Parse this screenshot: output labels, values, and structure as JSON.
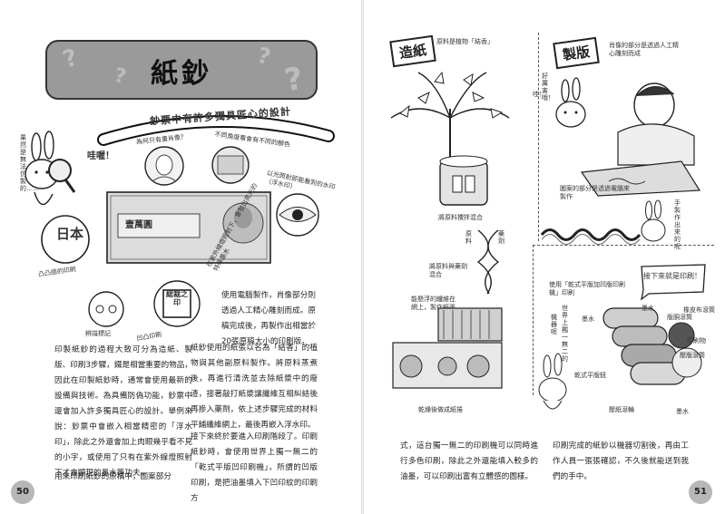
{
  "left_page": {
    "title": "紙鈔",
    "curve_banner": "鈔票中有許多獨具匠心的設計",
    "rabbit_speech": "果然是無法仿製的……",
    "wow": "哇喔！",
    "callouts": {
      "portrait": "為何只有畫肖像？",
      "glow": "不同角度看會有不同的顏色",
      "watermark": "以光照射即能看到的水印（浮水印）",
      "intaglio": "凸凸感的印刷",
      "microprint": "日本",
      "blind_dots": "辨識標記",
      "security_print": "凹凸印刷",
      "fine_print_note": "在紫外線燈照射下，會發出亮光的特殊墨水"
    },
    "note_number": "壹萬圓",
    "seal_text": "総裁之印",
    "right_column": "使用電腦製作，肖像部分則透過人工精心雕刻而成。原稿完成後，再製作出相當於20張原稿大小的印刷版。",
    "paragraph_1": "印製紙鈔的過程大致可分為造紙、製版、印刷3步驟，鐵是相當重要的物品，因此在印製紙鈔時，通常會使用最新的設備與技術。為具備防偽功能，鈔票中還會加入許多獨具匠心的設計。舉例來說：鈔票中會嵌入相當精密的「浮水印」，除此之外還會加上肉眼幾乎看不見的小字，或使用了只有在紫外線燈照射下才會顯現的墨水等功夫。",
    "paragraph_2": "用來印刷紙鈔的原稿中，圖案部分",
    "paragraph_3": "紙鈔使用的紙張以名為「結香」的植物與其他副原料製作。將原料蒸煮後，再進行清洗並去除紙漿中的廢渣，接著敲打紙漿讓纖維互相糾結後再摻入藥劑，依上述步驟完成的材料平鋪纖維網上，最後再嵌入浮水印。",
    "paragraph_4": "接下來終於要進入印刷階段了。印刷紙鈔時，會使用世界上獨一無二的「乾式平版凹印刷機」，所謂的凹版印刷，是把油墨填入下凹印紋的印刷方",
    "page_number": "50"
  },
  "right_page": {
    "tag_paper": "造紙",
    "tag_plate": "製版",
    "raw_material": "原料是植物「結香」",
    "rabbit_plate_say": "好厲害哦！",
    "rabbit_excl": "哇！",
    "mix_label": "將原料攪拌混合",
    "raw_left": "原料",
    "drug_right": "藥劑",
    "mix_label_2": "將原料與藥劑混合",
    "fiber_label": "能懸浮的纖維在網上，製作紙張",
    "dry_label": "乾燥後做成紙捲",
    "plate_note_1": "肖像的部分是透過人工精心雕刻而成",
    "plate_note_2": "圖案的部分是透過電腦來製作",
    "hand_note": "手製作出來的呢",
    "press_note": "使用「乾式平版加凹版印刷機」印刷",
    "press_bubble": "接下來就是印刷！",
    "rabbit_world": "世界上獨一無二的",
    "rabbit_machine": "機器呢",
    "plate_cylinder": "版胴滾筒",
    "paper_roll": "印刷物",
    "ink_roller": "壓版滾筒",
    "blanket": "橡皮布滾筒",
    "ink": "墨水",
    "dry_plate": "乾式平版鈕",
    "ink_feed": "墨水",
    "rubber_roll": "壓紙滾輪",
    "ink_bottom": "墨水",
    "paragraph_5": "式，這台獨一無二的印刷機可以同時進行多色印刷，除此之外還能填入較多的油墨，可以印刷出富有立體感的圖樣。",
    "paragraph_6": "印刷完成的紙鈔以機器切割後，再由工作人員一張張確認，不久後就能送到我們的手中。",
    "page_number": "51"
  },
  "colors": {
    "banner_fill": "#9a9a9a",
    "page_badge": "#b7b7b7",
    "ink": "#222222"
  }
}
